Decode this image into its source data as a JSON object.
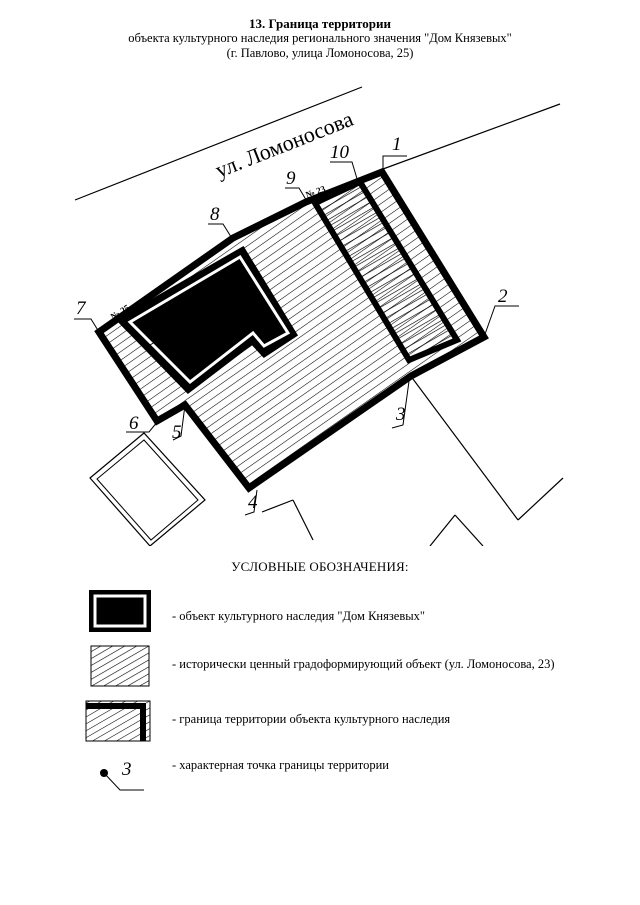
{
  "title": "13. Граница территории",
  "subtitle_line1": "объекта культурного наследия регионального значения \"Дом Князевых\"",
  "subtitle_line2": "(г. Павлово, улица Ломоносова, 25)",
  "map": {
    "street_label": "ул. Ломоносова",
    "house_labels": {
      "house_23": "№ 23",
      "house_25": "№ 25"
    },
    "points": [
      "1",
      "2",
      "3",
      "4",
      "5",
      "6",
      "7",
      "8",
      "9",
      "10"
    ]
  },
  "legend": {
    "heading": "УСЛОВНЫЕ ОБОЗНАЧЕНИЯ:",
    "items": [
      {
        "text": "- объект культурного наследия \"Дом Князевых\""
      },
      {
        "text": "- исторически ценный градоформирующий объект (ул. Ломоносова, 23)"
      },
      {
        "text": "- граница территории объекта культурного наследия"
      },
      {
        "text": "- характерная точка границы территории",
        "symbol_number": "3"
      }
    ]
  }
}
